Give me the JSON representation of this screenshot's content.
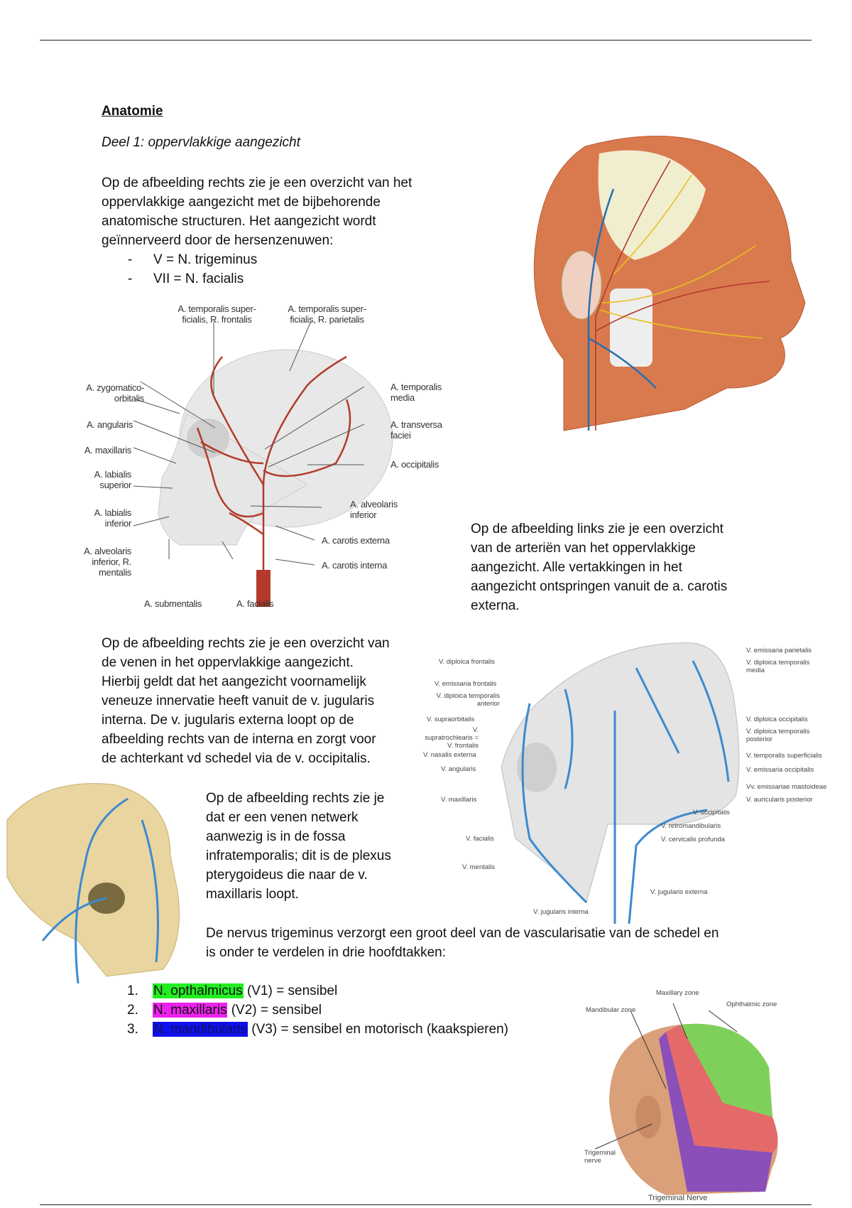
{
  "title": "Anatomie",
  "subtitle": "Deel 1: oppervlakkige aangezicht",
  "intro": [
    "Op de afbeelding rechts zie je een overzicht van het",
    "oppervlakkige aangezicht met de bijbehorende",
    "anatomische structuren. Het aangezicht wordt",
    "geïnnerveerd door de hersenzenuwen:"
  ],
  "nerves": [
    {
      "bullet": "-",
      "text": "V = N. trigeminus"
    },
    {
      "bullet": "-",
      "text": "VII = N. facialis"
    }
  ],
  "artery_figure": {
    "labels": {
      "tsf": "A. temporalis super- ficialis, R. frontalis",
      "tsp": "A. temporalis super- ficialis, R. parietalis",
      "zyg": "A. zygomatico- orbitalis",
      "ang": "A. angularis",
      "max": "A. maxillaris",
      "lsup": "A. labialis superior",
      "linf": "A. labialis inferior",
      "alvm": "A. alveolaris inferior, R. mentalis",
      "sub": "A. submentalis",
      "fac": "A. facialis",
      "tm": "A. temporalis media",
      "tf": "A. transversa faciei",
      "occ": "A. occipitalis",
      "alvi": "A. alveolaris inferior",
      "ce": "A. carotis externa",
      "ci": "A. carotis interna"
    }
  },
  "arteries_text": [
    "Op de afbeelding links zie je een overzicht",
    "van de arteriën van het oppervlakkige",
    "aangezicht. Alle vertakkingen in het",
    "aangezicht ontspringen vanuit de a. carotis",
    "externa."
  ],
  "veins_text": [
    "Op de afbeelding rechts zie je een overzicht van",
    "de venen in het oppervlakkige aangezicht.",
    "Hierbij geldt dat het aangezicht voornamelijk",
    "veneuze innervatie heeft vanuit de v. jugularis",
    "interna. De v. jugularis externa loopt op de",
    "afbeelding rechts van de interna en zorgt voor",
    "de achterkant vd schedel via de v. occipitalis."
  ],
  "vein_figure": {
    "left": [
      "V. diploica frontalis",
      "V. emissaria frontalis",
      "V. diploica temporalis anterior",
      "V. supraorbitalis",
      "V. supratrochlearis = V. frontalis",
      "V. nasalis externa",
      "V. angularis",
      "V. maxillaris",
      "V. facialis",
      "V. mentalis",
      "V. jugularis interna"
    ],
    "right": [
      "V. emissaria parietalis",
      "V. diploica temporalis media",
      "V. diploica occipitalis",
      "V. diploica temporalis posterior",
      "V. temporalis superficialis",
      "V. emissaria occipitalis",
      "Vv. emissariae mastoideae",
      "V. auricularis posterior",
      "V. occipitalis",
      "V. retromandibularis",
      "V. cervicalis profunda",
      "V. jugularis externa"
    ]
  },
  "plexus_text": [
    "Op de afbeelding rechts zie je",
    "dat er een venen netwerk",
    "aanwezig is in de fossa",
    "infratemporalis; dit is de plexus",
    "pterygoideus die naar de v.",
    "maxillaris loopt."
  ],
  "trigeminus_text": [
    "De nervus trigeminus verzorgt een groot deel van de vascularisatie van de schedel en",
    "is onder te verdelen in drie hoofdtakken:"
  ],
  "branches": [
    {
      "num": "1.",
      "name": "N. opthalmicus",
      "rest": "(V1) = sensibel",
      "color": "#22ee22"
    },
    {
      "num": "2.",
      "name": "N. maxillaris",
      "rest": "(V2) = sensibel",
      "color": "#ee22ee"
    },
    {
      "num": "3.",
      "name": "N. mandibularis",
      "rest": "(V3) = sensibel en motorisch (kaakspieren)",
      "color": "#1010ee"
    }
  ],
  "trig_figure": {
    "maxillary": "Maxillary zone",
    "ophthalmic": "Ophthalmic zone",
    "mandibular": "Mandibular zone",
    "nerve": "Trigeminal nerve",
    "caption": "Trigeminal Nerve"
  }
}
